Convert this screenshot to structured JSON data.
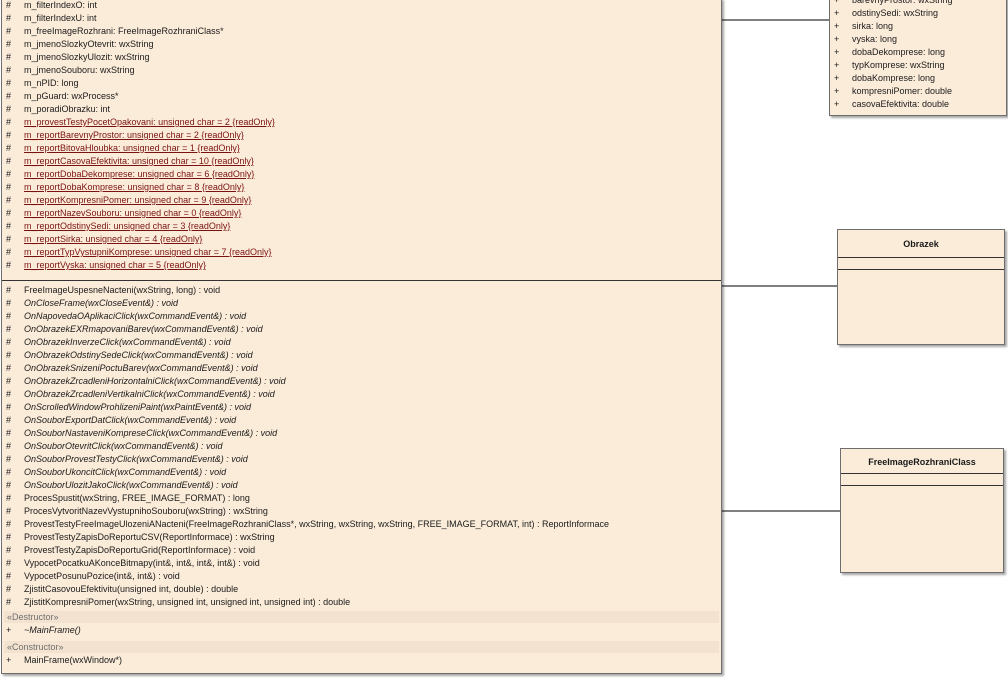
{
  "main_class": {
    "attributes": [
      {
        "vis": "#",
        "text": "m_filterIndexO:  int",
        "static": false
      },
      {
        "vis": "#",
        "text": "m_filterIndexU:  int",
        "static": false
      },
      {
        "vis": "#",
        "text": "m_freeImageRozhrani:  FreeImageRozhraniClass*",
        "static": false
      },
      {
        "vis": "#",
        "text": "m_jmenoSlozkyOtevrit:  wxString",
        "static": false
      },
      {
        "vis": "#",
        "text": "m_jmenoSlozkyUlozit:  wxString",
        "static": false
      },
      {
        "vis": "#",
        "text": "m_jmenoSouboru:  wxString",
        "static": false
      },
      {
        "vis": "#",
        "text": "m_nPID:  long",
        "static": false
      },
      {
        "vis": "#",
        "text": "m_pGuard:  wxProcess*",
        "static": false
      },
      {
        "vis": "#",
        "text": "m_poradiObrazku:  int",
        "static": false
      },
      {
        "vis": "#",
        "text": "m_provestTestyPocetOpakovani:  unsigned char = 2 {readOnly}",
        "static": true
      },
      {
        "vis": "#",
        "text": "m_reportBarevnyProstor:  unsigned char = 2 {readOnly}",
        "static": true
      },
      {
        "vis": "#",
        "text": "m_reportBitovaHloubka:  unsigned char = 1 {readOnly}",
        "static": true
      },
      {
        "vis": "#",
        "text": "m_reportCasovaEfektivita:  unsigned char = 10 {readOnly}",
        "static": true
      },
      {
        "vis": "#",
        "text": "m_reportDobaDekomprese:  unsigned char = 6 {readOnly}",
        "static": true
      },
      {
        "vis": "#",
        "text": "m_reportDobaKomprese:  unsigned char = 8 {readOnly}",
        "static": true
      },
      {
        "vis": "#",
        "text": "m_reportKompresniPomer:  unsigned char = 9 {readOnly}",
        "static": true
      },
      {
        "vis": "#",
        "text": "m_reportNazevSouboru:  unsigned char = 0 {readOnly}",
        "static": true
      },
      {
        "vis": "#",
        "text": "m_reportOdstinySedi:  unsigned char = 3 {readOnly}",
        "static": true
      },
      {
        "vis": "#",
        "text": "m_reportSirka:  unsigned char = 4 {readOnly}",
        "static": true
      },
      {
        "vis": "#",
        "text": "m_reportTypVystupniKomprese:  unsigned char = 7 {readOnly}",
        "static": true
      },
      {
        "vis": "#",
        "text": "m_reportVyska:  unsigned char = 5 {readOnly}",
        "static": true
      }
    ],
    "operations": [
      {
        "vis": "#",
        "text": "FreeImageUspesneNacteni(wxString, long) : void",
        "abstract": false
      },
      {
        "vis": "#",
        "text": "OnCloseFrame(wxCloseEvent&) : void",
        "abstract": true
      },
      {
        "vis": "#",
        "text": "OnNapovedaOAplikaciClick(wxCommandEvent&) : void",
        "abstract": true
      },
      {
        "vis": "#",
        "text": "OnObrazekEXRmapovaniBarev(wxCommandEvent&) : void",
        "abstract": true
      },
      {
        "vis": "#",
        "text": "OnObrazekInverzeClick(wxCommandEvent&) : void",
        "abstract": true
      },
      {
        "vis": "#",
        "text": "OnObrazekOdstinySedeClick(wxCommandEvent&) : void",
        "abstract": true
      },
      {
        "vis": "#",
        "text": "OnObrazekSnizeniPoctuBarev(wxCommandEvent&) : void",
        "abstract": true
      },
      {
        "vis": "#",
        "text": "OnObrazekZrcadleniHorizontalniClick(wxCommandEvent&) : void",
        "abstract": true
      },
      {
        "vis": "#",
        "text": "OnObrazekZrcadleniVertikalniClick(wxCommandEvent&) : void",
        "abstract": true
      },
      {
        "vis": "#",
        "text": "OnScrolledWindowProhlizeniPaint(wxPaintEvent&) : void",
        "abstract": true
      },
      {
        "vis": "#",
        "text": "OnSouborExportDatClick(wxCommandEvent&) : void",
        "abstract": true
      },
      {
        "vis": "#",
        "text": "OnSouborNastaveniKompreseClick(wxCommandEvent&) : void",
        "abstract": true
      },
      {
        "vis": "#",
        "text": "OnSouborOtevritClick(wxCommandEvent&) : void",
        "abstract": true
      },
      {
        "vis": "#",
        "text": "OnSouborProvestTestyClick(wxCommandEvent&) : void",
        "abstract": true
      },
      {
        "vis": "#",
        "text": "OnSouborUkoncitClick(wxCommandEvent&) : void",
        "abstract": true
      },
      {
        "vis": "#",
        "text": "OnSouborUlozitJakoClick(wxCommandEvent&) : void",
        "abstract": true
      },
      {
        "vis": "#",
        "text": "ProcesSpustit(wxString, FREE_IMAGE_FORMAT) : long",
        "abstract": false
      },
      {
        "vis": "#",
        "text": "ProcesVytvoritNazevVystupnihoSouboru(wxString) : wxString",
        "abstract": false
      },
      {
        "vis": "#",
        "text": "ProvestTestyFreeImageUlozeniANacteni(FreeImageRozhraniClass*, wxString, wxString, wxString, FREE_IMAGE_FORMAT, int) : ReportInformace",
        "abstract": false
      },
      {
        "vis": "#",
        "text": "ProvestTestyZapisDoReportuCSV(ReportInformace) : wxString",
        "abstract": false
      },
      {
        "vis": "#",
        "text": "ProvestTestyZapisDoReportuGrid(ReportInformace) : void",
        "abstract": false
      },
      {
        "vis": "#",
        "text": "VypocetPocatkuAKonceBitmapy(int&, int&, int&, int&) : void",
        "abstract": false
      },
      {
        "vis": "#",
        "text": "VypocetPosunuPozice(int&, int&) : void",
        "abstract": false
      },
      {
        "vis": "#",
        "text": "ZjistitCasovouEfektivitu(unsigned int, double) : double",
        "abstract": false
      },
      {
        "vis": "#",
        "text": "ZjistitKompresniPomer(wxString, unsigned int, unsigned int, unsigned int) : double",
        "abstract": false
      }
    ],
    "destructor": {
      "stereotype": "«Destructor»",
      "vis": "+",
      "text": "~MainFrame()"
    },
    "constructor": {
      "stereotype": "«Constructor»",
      "vis": "+",
      "text": "MainFrame(wxWindow*)"
    }
  },
  "report_class": {
    "attributes": [
      {
        "vis": "+",
        "text": "barevnyProstor:  wxString"
      },
      {
        "vis": "+",
        "text": "odstinySedi:  wxString"
      },
      {
        "vis": "+",
        "text": "sirka:  long"
      },
      {
        "vis": "+",
        "text": "vyska:  long"
      },
      {
        "vis": "+",
        "text": "dobaDekomprese:  long"
      },
      {
        "vis": "+",
        "text": "typKomprese:  wxString"
      },
      {
        "vis": "+",
        "text": "dobaKomprese:  long"
      },
      {
        "vis": "+",
        "text": "kompresniPomer:  double"
      },
      {
        "vis": "+",
        "text": "casovaEfektivita:  double"
      }
    ]
  },
  "obrazek_class": {
    "name": "Obrazek"
  },
  "freeimage_class": {
    "name": "FreeImageRozhraniClass"
  }
}
